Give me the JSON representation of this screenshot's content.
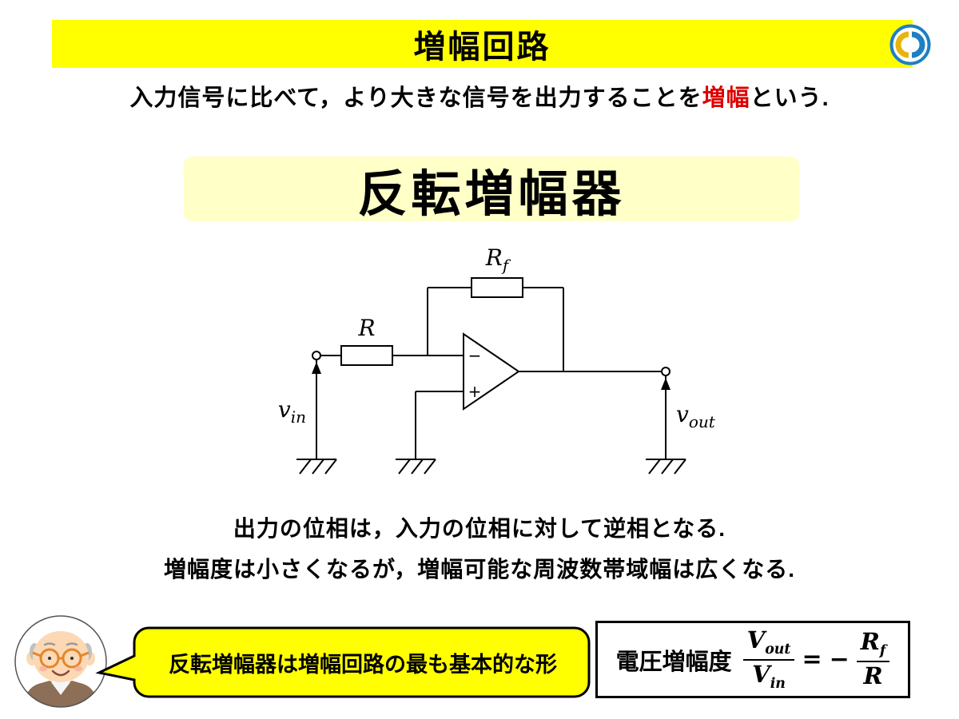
{
  "header": {
    "title": "増幅回路",
    "logo_icon": "university-logo-icon"
  },
  "intro": {
    "prefix": "入力信号に比べて，より大きな信号を出力することを",
    "highlight": "増幅",
    "suffix": "という.",
    "highlight_color": "#dd0000"
  },
  "section_title": "反転増幅器",
  "circuit": {
    "feedback_resistor_label": "R",
    "feedback_resistor_sub": "f",
    "input_resistor_label": "R",
    "opamp_minus": "−",
    "opamp_plus": "+",
    "vin_main": "v",
    "vin_sub": "in",
    "vout_main": "v",
    "vout_sub": "out"
  },
  "notes": {
    "line1_prefix": "出力の位相は，入力の位相に対して",
    "line1_emphasis": "逆相",
    "line1_suffix": "となる.",
    "line2": "増幅度は小さくなるが，増幅可能な周波数帯域幅は広くなる."
  },
  "footer": {
    "speech_bubble": "反転増幅器は増幅回路の最も基本的な形",
    "formula": {
      "label": "電圧増幅度",
      "num1_main": "V",
      "num1_sub": "out",
      "den1_main": "V",
      "den1_sub": "in",
      "equals": "=",
      "minus": "−",
      "num2_main": "R",
      "num2_sub": "f",
      "den2_main": "R"
    }
  },
  "colors": {
    "banner_yellow": "#ffff00",
    "section_yellow": "#ffffc8",
    "bubble_yellow": "#ffff00",
    "highlight_red": "#dd0000",
    "logo_blue": "#1d7fc4",
    "logo_yellow": "#eab308"
  }
}
